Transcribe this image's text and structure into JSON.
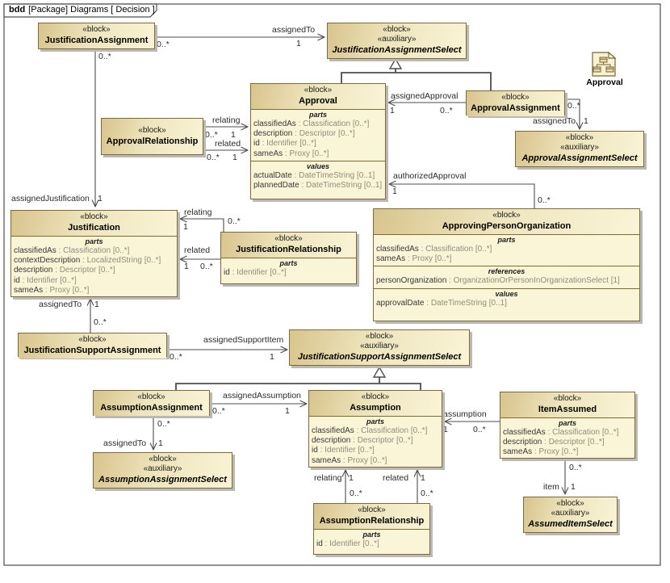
{
  "frame": {
    "keyword": "bdd",
    "title": "[Package] Diagrams [ Decision ]"
  },
  "stereo": {
    "block": "«block»",
    "auxiliary": "«auxiliary»"
  },
  "compartments": {
    "parts": "parts",
    "values": "values",
    "references": "references"
  },
  "mult": {
    "many": "0..*",
    "one": "1"
  },
  "edge_labels": {
    "assignedTo": "assignedTo",
    "assignedJustification": "assignedJustification",
    "assignedApproval": "assignedApproval",
    "authorizedApproval": "authorizedApproval",
    "assignedSupportItem": "assignedSupportItem",
    "assignedAssumption": "assignedAssumption",
    "assumption": "assumption",
    "item": "item",
    "relating": "relating",
    "related": "related"
  },
  "icon": {
    "label": "Approval"
  },
  "blocks": {
    "justificationAssignment": {
      "name": "JustificationAssignment"
    },
    "justificationAssignmentSelect": {
      "name": "JustificationAssignmentSelect"
    },
    "approval": {
      "name": "Approval",
      "parts": [
        {
          "n": "classifiedAs",
          "t": " : Classification [0..*]"
        },
        {
          "n": "description",
          "t": " : Descriptor [0..*]"
        },
        {
          "n": "id",
          "t": " : Identifier [0..*]"
        },
        {
          "n": "sameAs",
          "t": " : Proxy [0..*]"
        }
      ],
      "values": [
        {
          "n": "actualDate",
          "t": " : DateTimeString [0..1]"
        },
        {
          "n": "plannedDate",
          "t": " : DateTimeString [0..1]"
        }
      ]
    },
    "approvalRelationship": {
      "name": "ApprovalRelationship"
    },
    "approvalAssignment": {
      "name": "ApprovalAssignment"
    },
    "approvalAssignmentSelect": {
      "name": "ApprovalAssignmentSelect"
    },
    "justification": {
      "name": "Justification",
      "parts": [
        {
          "n": "classifiedAs",
          "t": " : Classification [0..*]"
        },
        {
          "n": "contextDescription",
          "t": " : LocalizedString [0..*]"
        },
        {
          "n": "description",
          "t": " : Descriptor [0..*]"
        },
        {
          "n": "id",
          "t": " : Identifier [0..*]"
        },
        {
          "n": "sameAs",
          "t": " : Proxy [0..*]"
        }
      ]
    },
    "justificationRelationship": {
      "name": "JustificationRelationship",
      "parts": [
        {
          "n": "id",
          "t": " : Identifier [0..*]"
        }
      ]
    },
    "approvingPersonOrganization": {
      "name": "ApprovingPersonOrganization",
      "parts": [
        {
          "n": "classifiedAs",
          "t": " : Classification [0..*]"
        },
        {
          "n": "sameAs",
          "t": " : Proxy [0..*]"
        }
      ],
      "references": [
        {
          "n": "personOrganization",
          "t": " : OrganizationOrPersonInOrganizationSelect [1]"
        }
      ],
      "values": [
        {
          "n": "approvalDate",
          "t": " : DateTimeString [0..1]"
        }
      ]
    },
    "justificationSupportAssignment": {
      "name": "JustificationSupportAssignment"
    },
    "justificationSupportAssignmentSelect": {
      "name": "JustificationSupportAssignmentSelect"
    },
    "assumptionAssignment": {
      "name": "AssumptionAssignment"
    },
    "assumption": {
      "name": "Assumption",
      "parts": [
        {
          "n": "classifiedAs",
          "t": " : Classification [0..*]"
        },
        {
          "n": "description",
          "t": " : Descriptor [0..*]"
        },
        {
          "n": "id",
          "t": " : Identifier [0..*]"
        },
        {
          "n": "sameAs",
          "t": " : Proxy [0..*]"
        }
      ]
    },
    "itemAssumed": {
      "name": "ItemAssumed",
      "parts": [
        {
          "n": "classifiedAs",
          "t": " : Classification [0..*]"
        },
        {
          "n": "description",
          "t": " : Descriptor [0..*]"
        },
        {
          "n": "sameAs",
          "t": " : Proxy [0..*]"
        }
      ]
    },
    "assumptionAssignmentSelect": {
      "name": "AssumptionAssignmentSelect"
    },
    "assumptionRelationship": {
      "name": "AssumptionRelationship",
      "parts": [
        {
          "n": "id",
          "t": " : Identifier [0..*]"
        }
      ]
    },
    "assumedItemSelect": {
      "name": "AssumedItemSelect"
    }
  },
  "colors": {
    "block_border": "#7d6b33",
    "block_fill": "#fbf5d8",
    "block_header_dark": "#d8c48d",
    "shadow": "#b9b9b9",
    "edge": "#4d4d4d"
  }
}
